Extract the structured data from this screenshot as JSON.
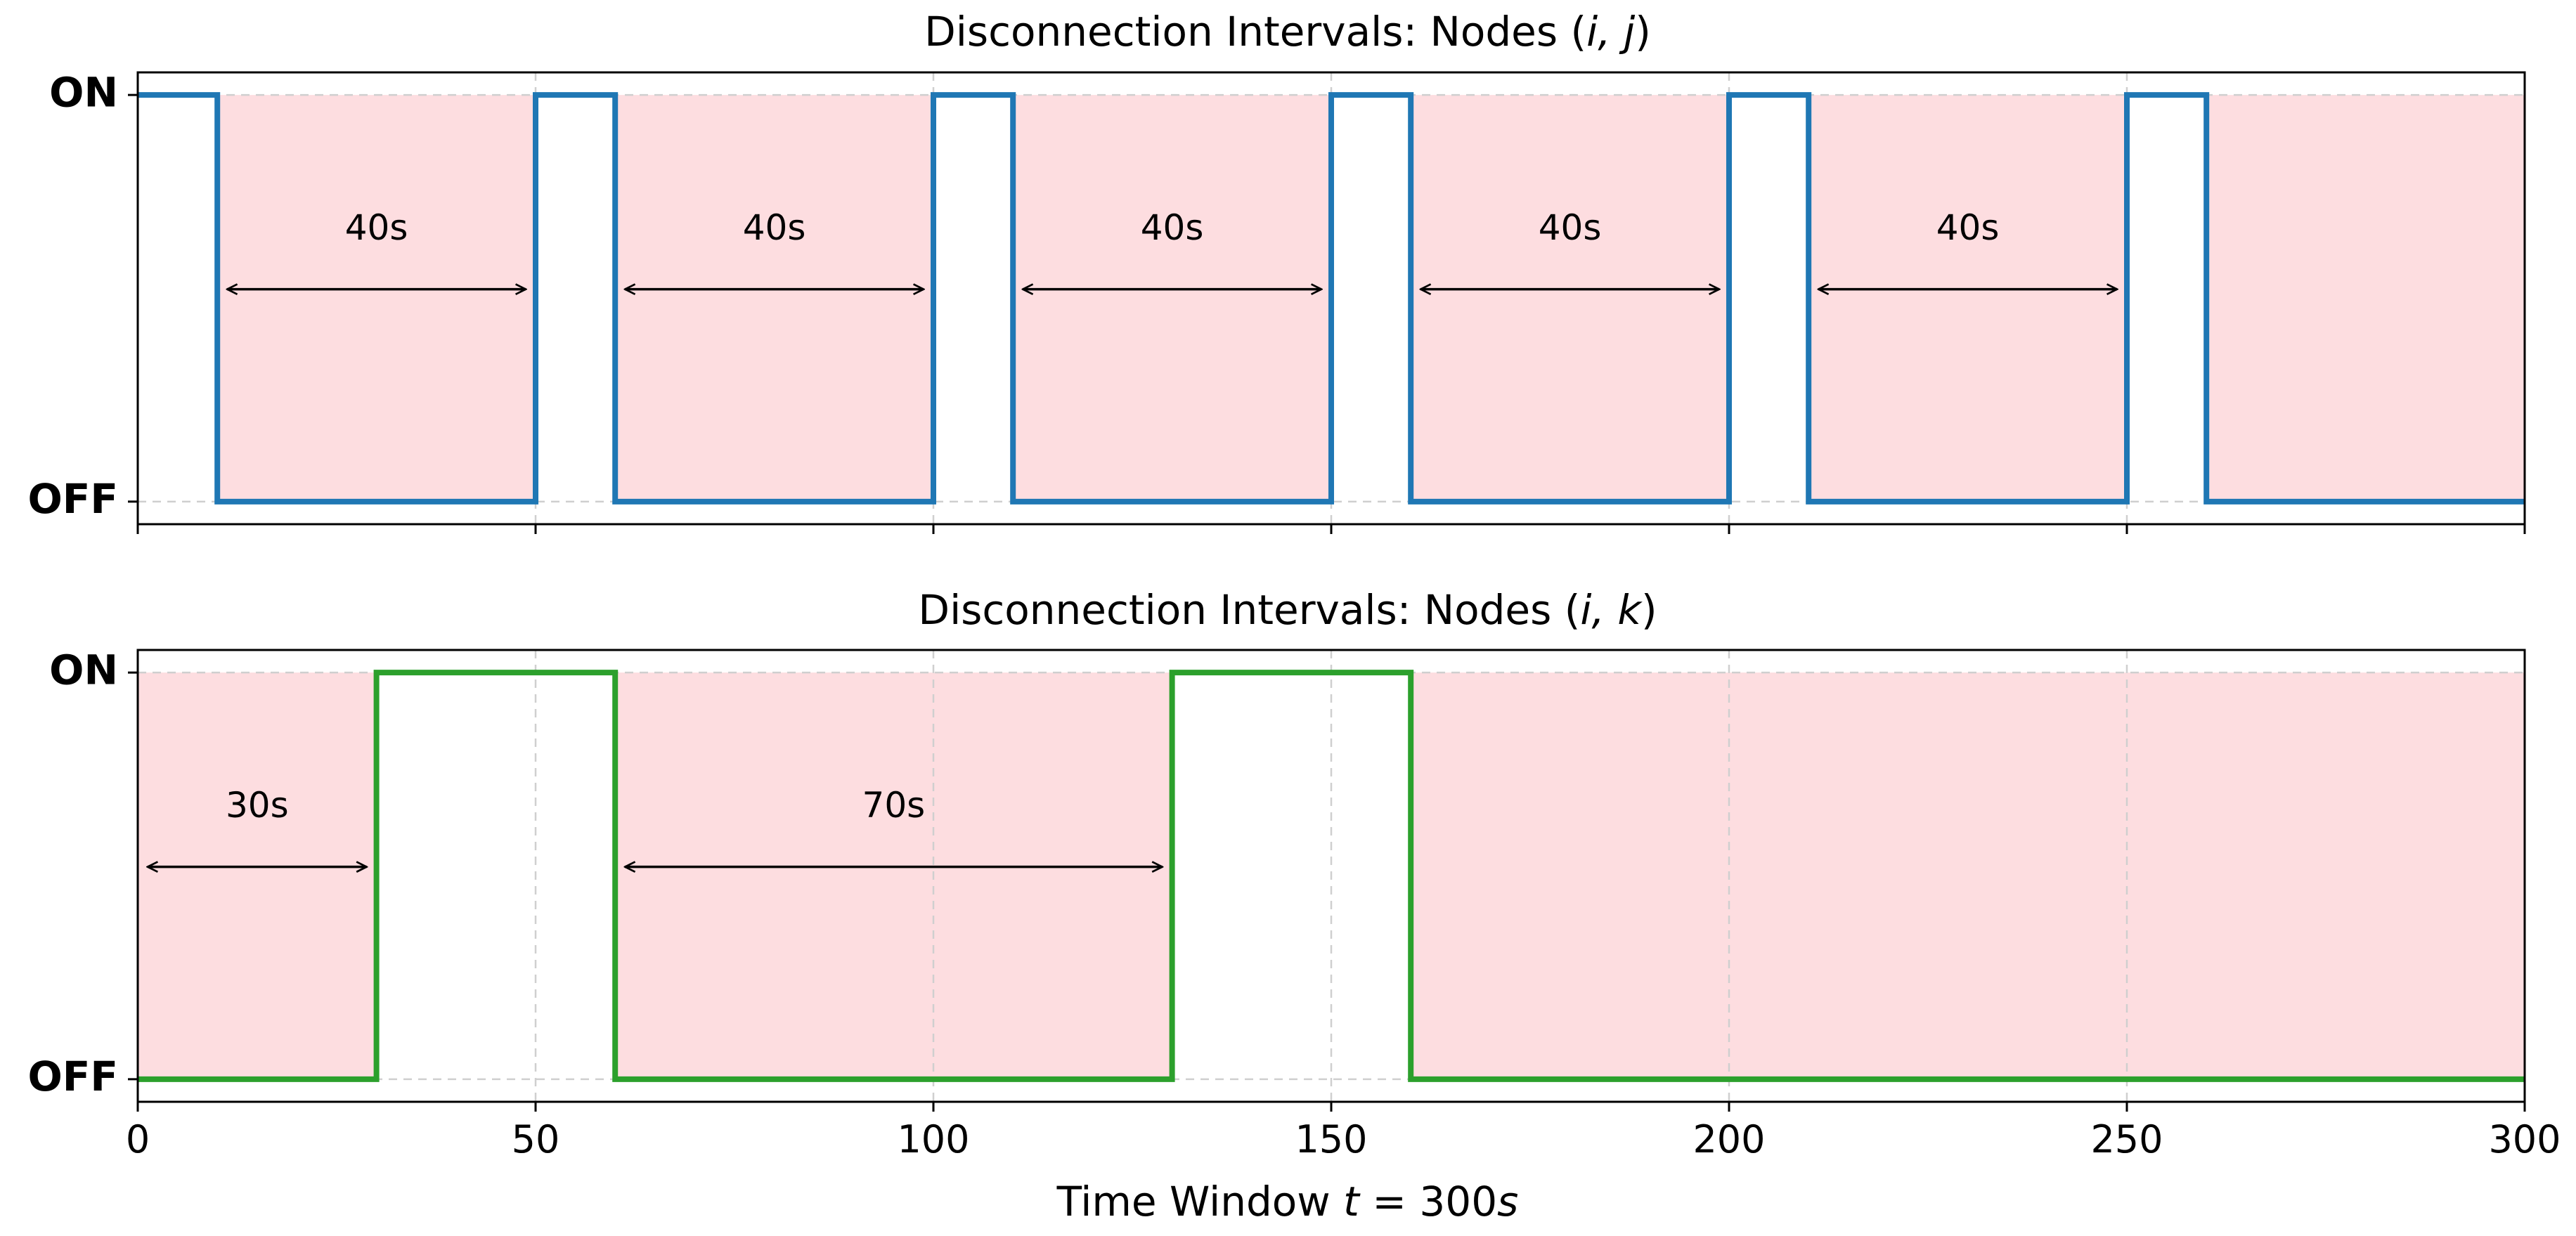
{
  "chart_data": [
    {
      "type": "line",
      "step": true,
      "title_prefix": "Disconnection Intervals: Nodes (",
      "title_math": "i, j",
      "title_suffix": ")",
      "xlim": [
        0,
        300
      ],
      "ylim": [
        0,
        1
      ],
      "y_tick_labels": [
        "OFF",
        "ON"
      ],
      "x_tick_labels_visible": false,
      "grid": true,
      "line_color": "#1f77b4",
      "shade_color": "#fddde0",
      "series": [
        {
          "x": [
            0,
            10,
            10,
            50,
            50,
            60,
            60,
            100,
            100,
            110,
            110,
            150,
            150,
            160,
            160,
            200,
            200,
            210,
            210,
            250,
            250,
            260,
            260,
            300
          ],
          "values": [
            1,
            1,
            0,
            0,
            1,
            1,
            0,
            0,
            1,
            1,
            0,
            0,
            1,
            1,
            0,
            0,
            1,
            1,
            0,
            0,
            1,
            1,
            0,
            0
          ]
        }
      ],
      "off_intervals": [
        [
          10,
          50
        ],
        [
          60,
          100
        ],
        [
          110,
          150
        ],
        [
          160,
          200
        ],
        [
          210,
          250
        ],
        [
          260,
          300
        ]
      ],
      "annotations": [
        {
          "from": 10,
          "to": 50,
          "label": "40s"
        },
        {
          "from": 60,
          "to": 100,
          "label": "40s"
        },
        {
          "from": 110,
          "to": 150,
          "label": "40s"
        },
        {
          "from": 160,
          "to": 200,
          "label": "40s"
        },
        {
          "from": 210,
          "to": 250,
          "label": "40s"
        }
      ]
    },
    {
      "type": "line",
      "step": true,
      "title_prefix": "Disconnection Intervals: Nodes (",
      "title_math": "i, k",
      "title_suffix": ")",
      "xlim": [
        0,
        300
      ],
      "ylim": [
        0,
        1
      ],
      "y_tick_labels": [
        "OFF",
        "ON"
      ],
      "x_tick_labels_visible": true,
      "x_ticks": [
        0,
        50,
        100,
        150,
        200,
        250,
        300
      ],
      "x_tick_labels": [
        "0",
        "50",
        "100",
        "150",
        "200",
        "250",
        "300"
      ],
      "xlabel_prefix": "Time Window ",
      "xlabel_math": "t",
      "xlabel_mid": " = 300",
      "xlabel_unit": "s",
      "grid": true,
      "line_color": "#2ca02c",
      "shade_color": "#fddde0",
      "series": [
        {
          "x": [
            0,
            30,
            30,
            60,
            60,
            130,
            130,
            160,
            160,
            300
          ],
          "values": [
            0,
            0,
            1,
            1,
            0,
            0,
            1,
            1,
            0,
            0
          ]
        }
      ],
      "off_intervals": [
        [
          0,
          30
        ],
        [
          60,
          130
        ],
        [
          160,
          300
        ]
      ],
      "annotations": [
        {
          "from": 0,
          "to": 30,
          "label": "30s"
        },
        {
          "from": 60,
          "to": 130,
          "label": "70s"
        }
      ]
    }
  ]
}
